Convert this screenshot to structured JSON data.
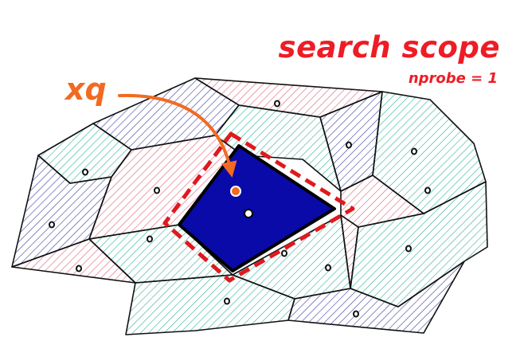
{
  "title": "search scope",
  "subtitle": "nprobe = 1",
  "query_label": "xq",
  "colors": {
    "title": "#ee1c25",
    "query": "#f26a21",
    "selected_cell": "#0a0aa8",
    "scope_outline": "#e0191e",
    "hatch_blue": "#3b3f9c",
    "hatch_red": "#d9637a",
    "hatch_green": "#2fb39a",
    "edges": "#111111"
  }
}
